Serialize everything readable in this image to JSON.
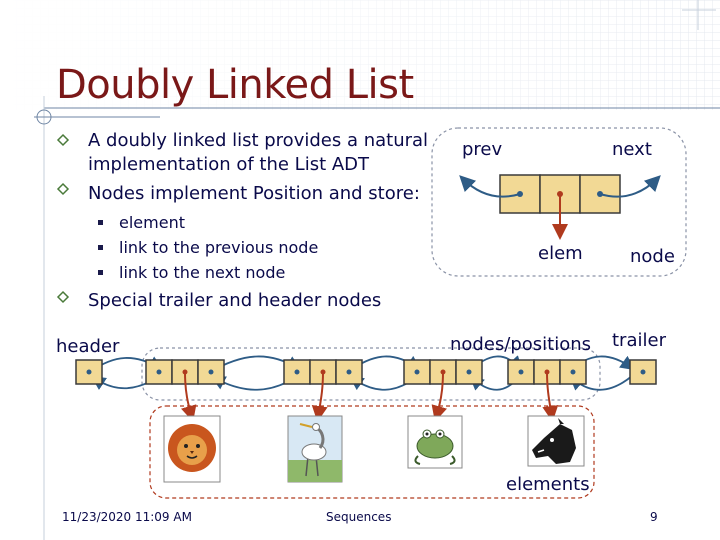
{
  "slide": {
    "title": "Doubly Linked List",
    "bullets": [
      "A doubly linked list provides a natural",
      "implementation of the List ADT",
      "Nodes implement Position and store:",
      "Special trailer and header nodes"
    ],
    "subbullets": [
      "element",
      "link to the previous node",
      "link to the next node"
    ]
  },
  "node_diagram": {
    "prev_label": "prev",
    "next_label": "next",
    "elem_label": "elem",
    "node_label": "node"
  },
  "list_diagram": {
    "header_label": "header",
    "positions_label": "nodes/positions",
    "trailer_label": "trailer",
    "elements_label": "elements",
    "element_pictures": [
      "lion-picture",
      "heron-picture",
      "frog-picture",
      "horse-picture"
    ]
  },
  "footer": {
    "date": "11/23/2020 11:09 AM",
    "topic": "Sequences",
    "page": "9"
  },
  "colors": {
    "title": "#7a1818",
    "text": "#0a0a4a",
    "node_fill": "#f2d995",
    "node_border": "#3a3a3a",
    "pointer": "#2e5c86",
    "element_pointer": "#b03a1e",
    "dashed_frame": "#b03a1e",
    "bullet_marker": "#4a7a3a"
  }
}
